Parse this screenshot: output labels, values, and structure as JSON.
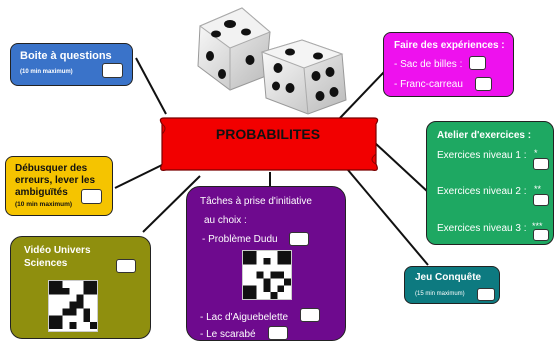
{
  "center": {
    "title": "PROBABILITES"
  },
  "nodes": {
    "boite": {
      "title": "Boite à questions",
      "note": "(10 min maximum)",
      "color": "#3a73c9"
    },
    "experiences": {
      "title": "Faire des expériences :",
      "items": [
        "- Sac de billes :",
        "- Franc-carreau"
      ],
      "color": "#ee11ee"
    },
    "atelier": {
      "title": "Atelier d'exercices :",
      "items": [
        "Exercices niveau 1 :",
        "Exercices niveau 2 :",
        "Exercices niveau 3 :"
      ],
      "stars": [
        "*",
        "**",
        "***"
      ],
      "color": "#1ea862"
    },
    "debusquer": {
      "title_lines": [
        "Débusquer des",
        "erreurs, lever les",
        "ambiguïtés"
      ],
      "note": "(10 min maximum)",
      "color": "#f5c400"
    },
    "taches": {
      "title_lines": [
        "Tâches à prise d'initiative",
        "au choix :"
      ],
      "items": [
        "- Problème Dudu",
        "- Lac d'Aiguebelette",
        "- Le scarabé"
      ],
      "color": "#6e0a8e"
    },
    "video": {
      "title_lines": [
        "Vidéo Univers",
        "Sciences"
      ],
      "color": "#8f8f0e"
    },
    "jeu": {
      "title": "Jeu Conquête",
      "note": "(15 min maximum)",
      "color": "#0d7a80"
    }
  }
}
